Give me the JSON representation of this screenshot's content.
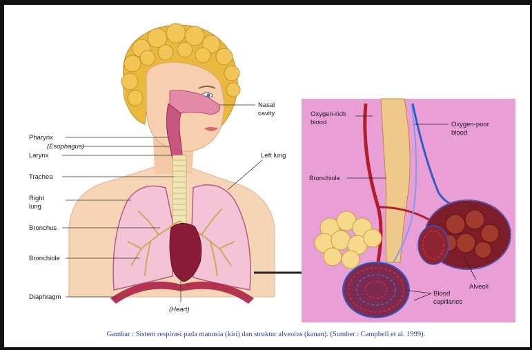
{
  "labels": {
    "nasal_cavity": [
      "Nasal",
      "cavity"
    ],
    "pharynx": "Pharynx",
    "esophagus": "(Esophagus)",
    "larynx": "Larynx",
    "trachea": "Trachea",
    "right_lung": [
      "Right",
      "lung"
    ],
    "left_lung": "Left lung",
    "bronchus": "Bronchus",
    "bronchiole_left": "Bronchiole",
    "diaphragm": "Diaphragm",
    "heart": "(Heart)",
    "oxygen_rich": [
      "Oxygen-rich",
      "blood"
    ],
    "oxygen_poor": [
      "Oxygen-poor",
      "blood"
    ],
    "bronchiole_detail": "Bronchiole",
    "alveoli": "Alveoli",
    "blood_capillaries": [
      "Blood",
      "capillaries"
    ]
  },
  "caption": "Gambar : Sistem respirasi pada manusia (kiri) dan struktur alveolus (kanan). (Sumber : Campbell et al. 1999)."
}
